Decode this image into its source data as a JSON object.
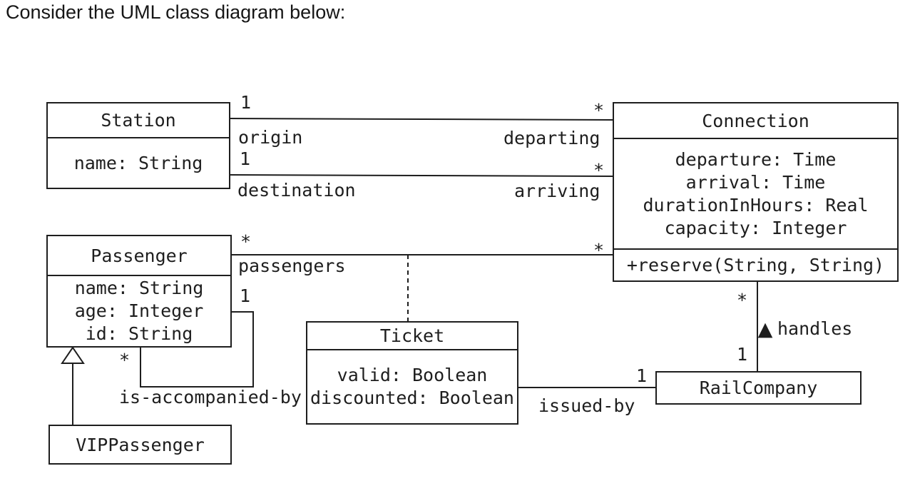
{
  "page": {
    "title": "Consider the UML class diagram below:"
  },
  "colors": {
    "ink": "#1e1e1e",
    "background": "#ffffff"
  },
  "classes": {
    "station": {
      "name": "Station",
      "attributes": [
        "name: String"
      ]
    },
    "connection": {
      "name": "Connection",
      "attributes": [
        "departure: Time",
        "arrival: Time",
        "durationInHours: Real",
        "capacity: Integer"
      ],
      "operations": [
        "+reserve(String, String)"
      ]
    },
    "passenger": {
      "name": "Passenger",
      "attributes": [
        "name: String",
        "age: Integer",
        "id: String"
      ]
    },
    "ticket": {
      "name": "Ticket",
      "attributes": [
        "valid: Boolean",
        "discounted: Boolean"
      ]
    },
    "railCompany": {
      "name": "RailCompany"
    },
    "vipPassenger": {
      "name": "VIPPassenger"
    }
  },
  "associations": {
    "originDeparting": {
      "station_mult": "1",
      "station_role": "origin",
      "connection_mult": "*",
      "connection_role": "departing"
    },
    "destinationArriving": {
      "station_mult": "1",
      "station_role": "destination",
      "connection_mult": "*",
      "connection_role": "arriving"
    },
    "passengers": {
      "passenger_mult": "*",
      "passenger_role": "passengers",
      "connection_mult": "*",
      "association_class": "Ticket"
    },
    "isAccompaniedBy": {
      "name": "is-accompanied-by",
      "near_mult": "1",
      "far_mult": "*"
    },
    "issuedBy": {
      "name": "issued-by",
      "railcompany_mult": "1"
    },
    "handles": {
      "name": "handles",
      "direction_arrow": "▲",
      "connection_mult": "*",
      "railcompany_mult": "1"
    },
    "generalization": {
      "parent": "Passenger",
      "child": "VIPPassenger"
    }
  }
}
